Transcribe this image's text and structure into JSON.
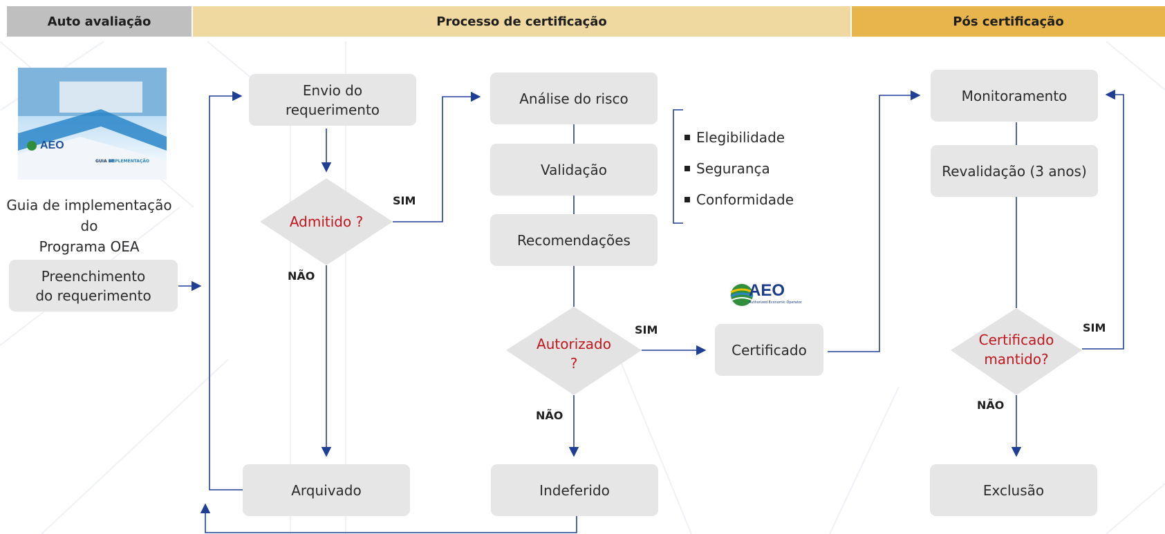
{
  "colors": {
    "header_auto": "#bfbfbf",
    "header_process": "#f0d9a1",
    "header_pos": "#e8b54d",
    "node_fill": "#e6e6e6",
    "connector": "#1f3f97",
    "decision_text": "#c0161d"
  },
  "headers": {
    "auto": "Auto avaliação",
    "process": "Processo de certificação",
    "pos": "Pós certificação"
  },
  "guide": {
    "title_highlight": "IMPLEMENTAÇÃO",
    "title_prefix": "GUIA DE",
    "logo_text": "AEO",
    "caption": "Guia de implementação do\nPrograma OEA"
  },
  "nodes": {
    "preenchimento": "Preenchimento\ndo requerimento",
    "envio": "Envio do\nrequerimento",
    "arquivado": "Arquivado",
    "analise": "Análise do risco",
    "validacao": "Validação",
    "recomendacoes": "Recomendações",
    "indeferido": "Indeferido",
    "certificado": "Certificado",
    "monitoramento": "Monitoramento",
    "revalidacao": "Revalidação (3 anos)",
    "exclusao": "Exclusão"
  },
  "decisions": {
    "admitido": "Admitido ?",
    "autorizado": "Autorizado\n?",
    "mantido": "Certificado\nmantido?"
  },
  "edge_labels": {
    "admitido_sim": "SIM",
    "admitido_nao": "NÃO",
    "autorizado_sim": "SIM",
    "autorizado_nao": "NÃO",
    "mantido_sim": "SIM",
    "mantido_nao": "NÃO"
  },
  "criteria": [
    "Elegibilidade",
    "Segurança",
    "Conformidade"
  ],
  "aeo_logo": {
    "text": "AEO",
    "subtitle": "Authorized Economic Operator"
  }
}
